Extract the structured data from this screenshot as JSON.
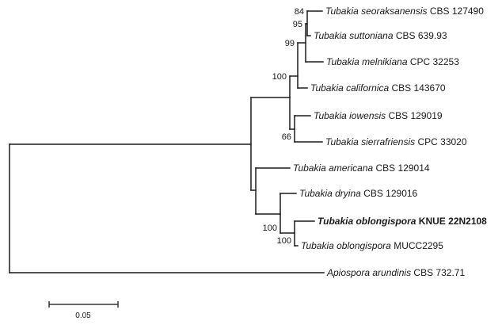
{
  "tree": {
    "type": "phylogram",
    "taxa": [
      {
        "id": "seoraksanensis",
        "name": "Tubakia seoraksanensis",
        "strain": "CBS 127490",
        "bold": false
      },
      {
        "id": "suttoniana",
        "name": "Tubakia suttoniana",
        "strain": "CBS 639.93",
        "bold": false
      },
      {
        "id": "melnikiana",
        "name": "Tubakia melnikiana",
        "strain": "CPC 32253",
        "bold": false
      },
      {
        "id": "californica",
        "name": "Tubakia californica",
        "strain": "CBS 143670",
        "bold": false
      },
      {
        "id": "iowensis",
        "name": "Tubakia iowensis",
        "strain": "CBS 129019",
        "bold": false
      },
      {
        "id": "sierrafriensis",
        "name": "Tubakia sierrafriensis",
        "strain": "CPC 33020",
        "bold": false
      },
      {
        "id": "americana",
        "name": "Tubakia americana",
        "strain": "CBS 129014",
        "bold": false
      },
      {
        "id": "dryina",
        "name": "Tubakia dryina",
        "strain": "CBS 129016",
        "bold": false
      },
      {
        "id": "oblongispora_knue",
        "name": "Tubakia oblongispora",
        "strain": "KNUE 22N2108",
        "bold": true
      },
      {
        "id": "oblongispora_mucc",
        "name": "Tubakia oblongispora",
        "strain": "MUCC2295",
        "bold": false
      },
      {
        "id": "apiospora",
        "name": "Apiospora arundinis",
        "strain": "CBS 732.71",
        "bold": false
      }
    ],
    "clades": [
      {
        "id": "c84",
        "members": [
          "seoraksanensis",
          "suttoniana"
        ],
        "support": "84"
      },
      {
        "id": "c95",
        "members": [
          "seoraksanensis",
          "suttoniana",
          "melnikiana"
        ],
        "support": "95"
      },
      {
        "id": "c99",
        "members": [
          "seoraksanensis",
          "suttoniana",
          "melnikiana",
          "californica"
        ],
        "support": "99"
      },
      {
        "id": "c66",
        "members": [
          "iowensis",
          "sierrafriensis"
        ],
        "support": "66"
      },
      {
        "id": "c100a",
        "members": [
          "seoraksanensis",
          "suttoniana",
          "melnikiana",
          "californica",
          "iowensis",
          "sierrafriensis"
        ],
        "support": "100"
      },
      {
        "id": "c100c",
        "members": [
          "oblongispora_knue",
          "oblongispora_mucc"
        ],
        "support": "100"
      },
      {
        "id": "c100b",
        "members": [
          "dryina",
          "oblongispora_knue",
          "oblongispora_mucc"
        ],
        "support": "100"
      }
    ],
    "outgroup": "apiospora",
    "scale_bar": {
      "value": 0.05,
      "label": "0.05"
    }
  }
}
